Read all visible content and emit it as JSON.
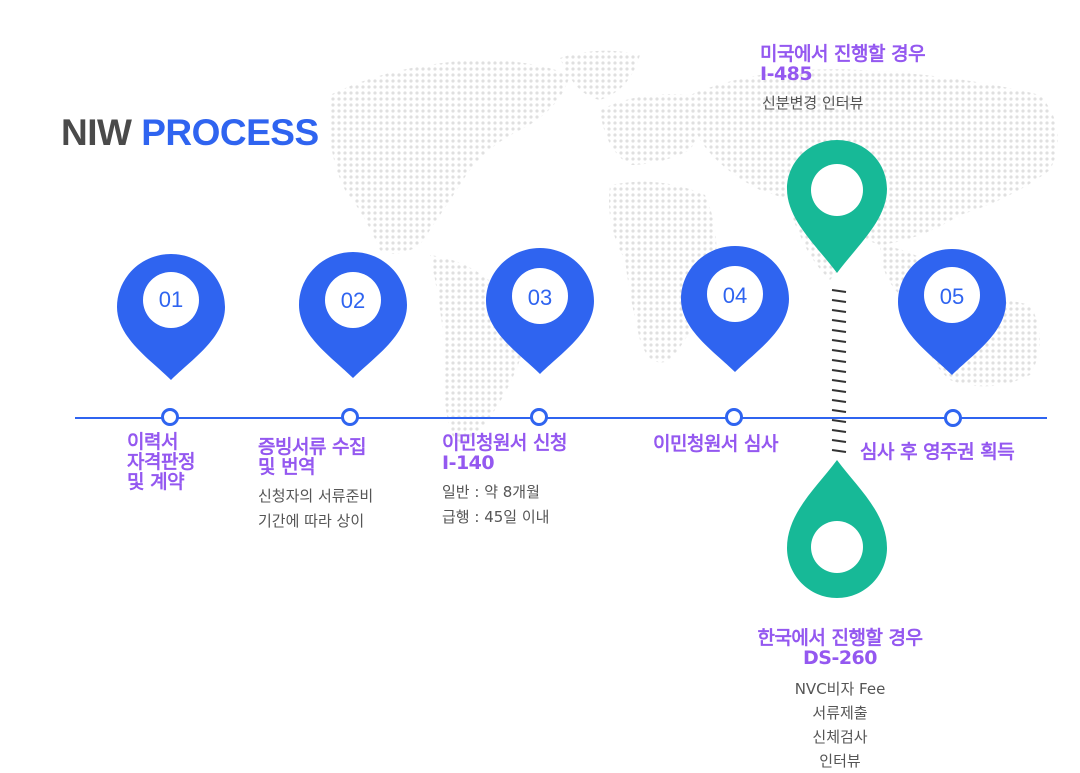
{
  "title": {
    "part1": "NIW",
    "part2": "PROCESS"
  },
  "steps": [
    {
      "num": "01",
      "label_lines": [
        "이력서",
        "자격판정",
        "및 계약"
      ]
    },
    {
      "num": "02",
      "label_lines": [
        "증빙서류 수집",
        "및 번역"
      ],
      "details": [
        "신청자의 서류준비",
        "기간에 따라 상이"
      ]
    },
    {
      "num": "03",
      "label_lines": [
        "이민청원서 신청",
        "I-140"
      ],
      "details": [
        "일반 : 약 8개월",
        "급행 : 45일 이내"
      ]
    },
    {
      "num": "04",
      "label_lines": [
        "이민청원서 심사"
      ]
    },
    {
      "num": "05",
      "label_lines": [
        "심사 후 영주권 획득"
      ]
    }
  ],
  "us_path": {
    "label_lines": [
      "미국에서 진행할 경우",
      "I-485"
    ],
    "details": [
      "신분변경 인터뷰"
    ]
  },
  "kr_path": {
    "label_lines": [
      "한국에서 진행할 경우",
      "DS-260"
    ],
    "details": [
      "NVC비자 Fee",
      "서류제출",
      "신체검사",
      "인터뷰"
    ]
  },
  "colors": {
    "blue": "#2f64f0",
    "green": "#17b997",
    "purple": "#9458f0",
    "dark": "#4a4a4a",
    "map": "#e0e0e0"
  }
}
